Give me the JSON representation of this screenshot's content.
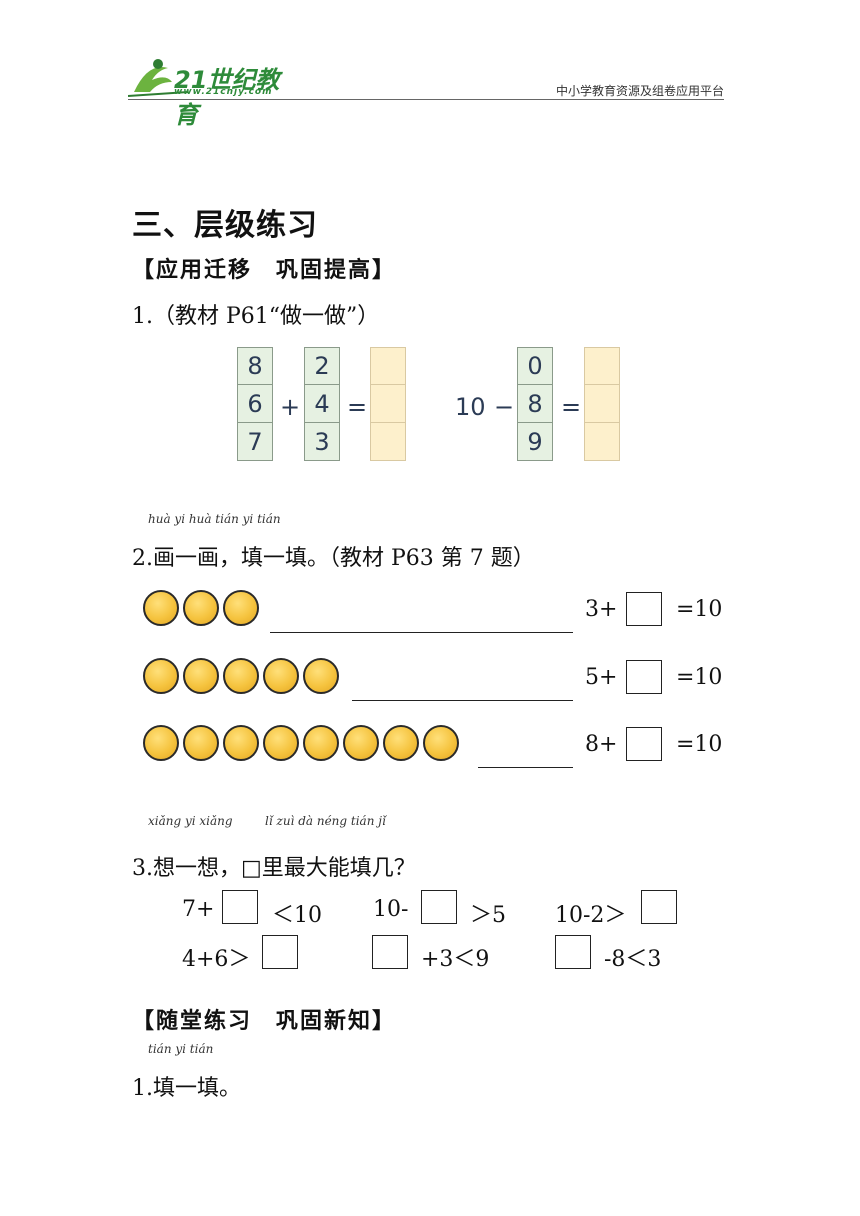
{
  "header": {
    "logo_text": "21世纪教育",
    "logo_url": "www.21cnjy.com",
    "tagline": "中小学教育资源及组卷应用平台"
  },
  "section_title": "三、层级练习",
  "part_a": {
    "heading": "【应用迁移　巩固提高】",
    "q1": {
      "label": "1.（教材 P61“做一做”）",
      "left_col1": [
        "8",
        "6",
        "7"
      ],
      "plus": "+",
      "left_col2": [
        "2",
        "4",
        "3"
      ],
      "equals": "=",
      "right_prefix": "10",
      "minus": "−",
      "right_col": [
        "0",
        "8",
        "9"
      ],
      "equals2": "="
    },
    "q2": {
      "pinyin": "huà yi huà tián yi tián",
      "label": "2.画一画，填一填。（教材 P63 第 7 题）",
      "rows": [
        {
          "circles": 3,
          "prefix": "3+",
          "suffix": "=10"
        },
        {
          "circles": 5,
          "prefix": "5+",
          "suffix": "=10"
        },
        {
          "circles": 8,
          "prefix": "8+",
          "suffix": "=10"
        }
      ]
    },
    "q3": {
      "pinyin_a": "xiǎng yi xiǎng",
      "pinyin_b": "lǐ zuì dà néng tián jǐ",
      "label": "3.想一想，□里最大能填几？",
      "r1a_pre": "7+",
      "r1a_post": "＜10",
      "r1b_pre": "10-",
      "r1b_post": "＞5",
      "r1c_pre": "10-2＞",
      "r2a_pre": "4+6＞",
      "r2b_post": "+3＜9",
      "r2c_post": "-8＜3"
    }
  },
  "part_b": {
    "heading": "【随堂练习　巩固新知】",
    "pinyin": "tián yi tián",
    "q1_label": "1.填一填。"
  }
}
